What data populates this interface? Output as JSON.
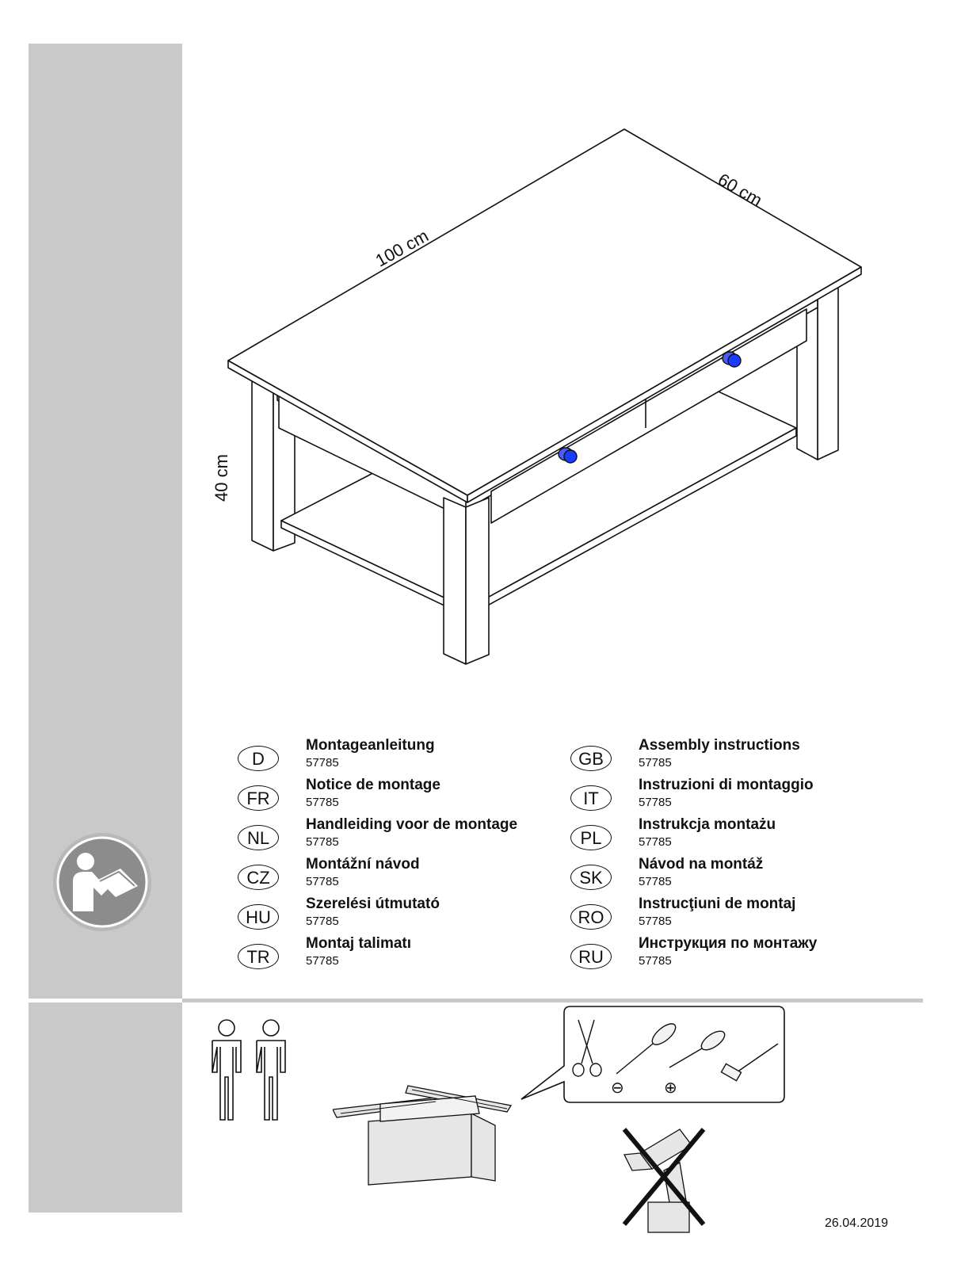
{
  "dimensions": {
    "length": "100 cm",
    "depth": "60 cm",
    "height": "40 cm"
  },
  "languages": [
    {
      "code": "D",
      "title": "Montageanleitung",
      "number": "57785"
    },
    {
      "code": "GB",
      "title": "Assembly instructions",
      "number": "57785"
    },
    {
      "code": "FR",
      "title": "Notice de montage",
      "number": "57785"
    },
    {
      "code": "IT",
      "title": "Instruzioni di montaggio",
      "number": "57785"
    },
    {
      "code": "NL",
      "title": "Handleiding voor de montage",
      "number": "57785"
    },
    {
      "code": "PL",
      "title": "Instrukcja montażu",
      "number": "57785"
    },
    {
      "code": "CZ",
      "title": "Montážní návod",
      "number": "57785"
    },
    {
      "code": "SK",
      "title": "Návod na montáž",
      "number": "57785"
    },
    {
      "code": "HU",
      "title": "Szerelési útmutató",
      "number": "57785"
    },
    {
      "code": "RO",
      "title": "Instrucţiuni de montaj",
      "number": "57785"
    },
    {
      "code": "TR",
      "title": "Montaj talimatı",
      "number": "57785"
    },
    {
      "code": "RU",
      "title": "Инструкция по монтажу",
      "number": "57785"
    }
  ],
  "tools": {
    "minus_symbol": "⊖",
    "plus_symbol": "⊕"
  },
  "icons": [
    "read-manual-icon",
    "two-persons-icon",
    "toolbox-icon",
    "scissors-icon",
    "flat-screwdriver-icon",
    "phillips-screwdriver-icon",
    "hammer-icon",
    "no-power-drill-icon"
  ],
  "colors": {
    "sidebar": "#c9c9c9",
    "knob": "#1a3cff"
  },
  "date": "26.04.2019"
}
